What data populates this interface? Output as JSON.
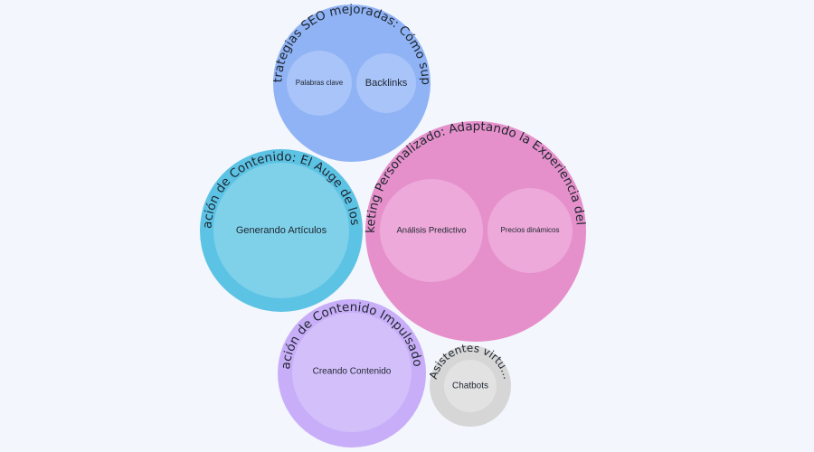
{
  "groups": [
    {
      "title": "Estrategias SEO mejoradas: Cómo sup...",
      "color": "#8fb3f5",
      "children": [
        {
          "label": "Palabras clave",
          "color": "#a9c4f8"
        },
        {
          "label": "Backlinks",
          "color": "#a9c4f8"
        }
      ]
    },
    {
      "title": "Creación de Contenido: El Auge de los B...",
      "color": "#5cc3e4",
      "children": [
        {
          "label": "Generando Artículos",
          "color": "#7fd1ea"
        }
      ]
    },
    {
      "title": "Marketing Personalizado: Adaptando la Experiencia del Cli...",
      "color": "#e690cb",
      "children": [
        {
          "label": "Análisis Predictivo",
          "color": "#eda9d9"
        },
        {
          "label": "Precios dinámicos",
          "color": "#eda9d9"
        }
      ]
    },
    {
      "title": "Creación de Contenido Impulsado p...",
      "color": "#c8aef8",
      "children": [
        {
          "label": "Creando Contenido",
          "color": "#d3bffa"
        }
      ]
    },
    {
      "title": "Asistentes virtu...",
      "color": "#d6d6d6",
      "children": [
        {
          "label": "Chatbots",
          "color": "#e2e2e2"
        }
      ]
    }
  ]
}
